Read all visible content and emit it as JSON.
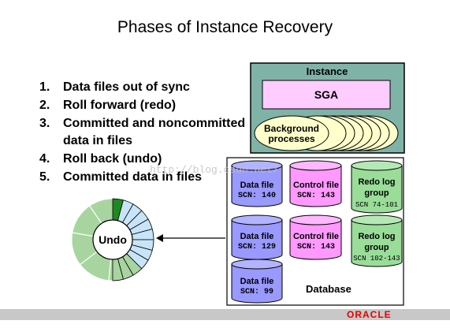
{
  "title": "Phases of Instance Recovery",
  "steps": [
    {
      "num": "1.",
      "text": "Data files out of sync"
    },
    {
      "num": "2.",
      "text": "Roll forward (redo)"
    },
    {
      "num": "3.",
      "text": "Committed and noncommitted data in files"
    },
    {
      "num": "4.",
      "text": "Roll back (undo)"
    },
    {
      "num": "5.",
      "text": "Committed data in files"
    }
  ],
  "instance": {
    "label": "Instance",
    "sga": "SGA",
    "background_line1": "Background",
    "background_line2": "processes"
  },
  "database": {
    "label": "Database",
    "data_files": [
      {
        "label": "Data file",
        "scn": "SCN: 140"
      },
      {
        "label": "Data file",
        "scn": "SCN: 129"
      },
      {
        "label": "Data file",
        "scn": "SCN: 99"
      }
    ],
    "control_files": [
      {
        "label": "Control file",
        "scn": "SCN: 143"
      },
      {
        "label": "Control file",
        "scn": "SCN: 143"
      }
    ],
    "redo_groups": [
      {
        "line1": "Redo log",
        "line2": "group",
        "scn": "SCN 74-101"
      },
      {
        "line1": "Redo log",
        "line2": "group",
        "scn": "SCN 102-143"
      }
    ]
  },
  "undo": {
    "label": "Undo"
  },
  "watermark": "http://blog.csdn.net/",
  "logo": "ORACLE",
  "colors": {
    "instance_bg": "#7fb3a8",
    "sga_fill": "#ffccff",
    "background_fill": "#ffffcc",
    "datafile_fill": "#9999ff",
    "controlfile_fill": "#ff99ff",
    "redo_fill": "#99dd99",
    "undo_fill": "#a8d4a0",
    "undo_segment_fill": "#c8e4f8",
    "brand_red": "#e30000"
  }
}
